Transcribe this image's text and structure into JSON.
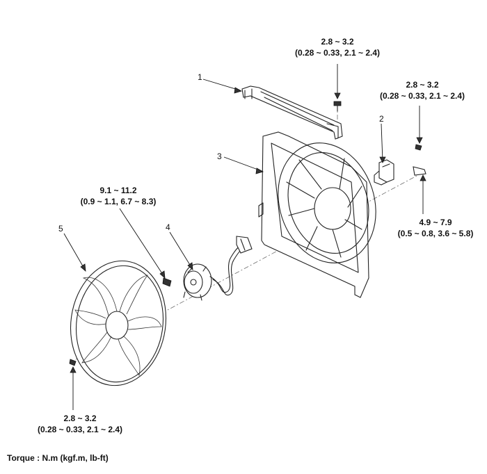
{
  "torques": {
    "t_top": {
      "range": "2.8 ~ 3.2",
      "alt": "(0.28 ~ 0.33,  2.1 ~ 2.4)"
    },
    "t_right_top": {
      "range": "2.8 ~ 3.2",
      "alt": "(0.28 ~ 0.33,  2.1 ~ 2.4)"
    },
    "t_right_mid": {
      "range": "4.9 ~ 7.9",
      "alt": "(0.5 ~ 0.8, 3.6 ~ 5.8)"
    },
    "t_left_mid": {
      "range": "9.1 ~ 11.2",
      "alt": "(0.9 ~ 1.1, 6.7 ~ 8.3)"
    },
    "t_bottom": {
      "range": "2.8 ~ 3.2",
      "alt": "(0.28 ~ 0.33,  2.1 ~ 2.4)"
    }
  },
  "callouts": [
    "1",
    "2",
    "3",
    "4",
    "5"
  ],
  "footer": "Torque : N.m (kgf.m, lb-ft)"
}
